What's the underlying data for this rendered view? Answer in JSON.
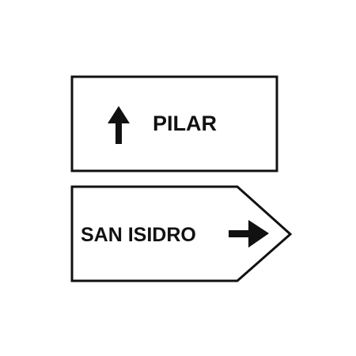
{
  "signs": [
    {
      "label": "PILAR",
      "arrow": "up-arrow-icon",
      "shape": "rectangle"
    },
    {
      "label": "SAN ISIDRO",
      "arrow": "right-arrow-icon",
      "shape": "arrow-pointing-right"
    }
  ],
  "colors": {
    "stroke": "#111111",
    "background": "#ffffff",
    "text": "#111111"
  }
}
